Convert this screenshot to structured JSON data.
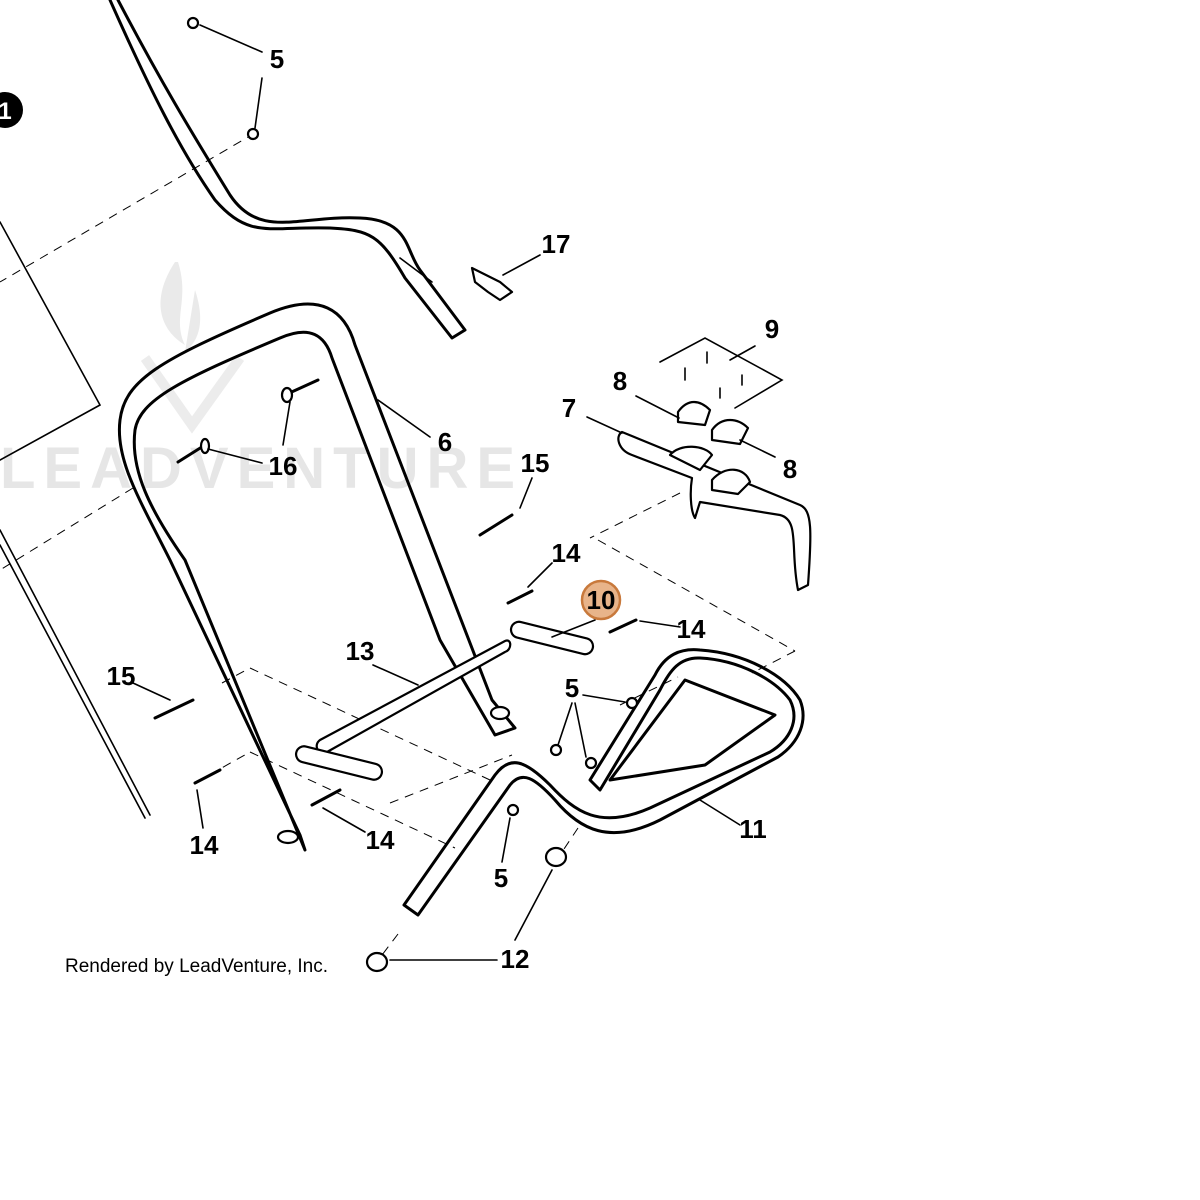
{
  "watermark": "LEADVENTURE",
  "credit": "Rendered by LeadVenture, Inc.",
  "callout_marker": "1",
  "highlighted_part": "10",
  "colors": {
    "highlight_fill": "#e8b48a",
    "highlight_stroke": "#c8793c",
    "line": "#000000",
    "watermark": "#e6e6e6"
  },
  "callouts": [
    "5",
    "17",
    "9",
    "8",
    "7",
    "8",
    "6",
    "16",
    "15",
    "14",
    "10",
    "14",
    "13",
    "15",
    "5",
    "11",
    "14",
    "14",
    "5",
    "12"
  ]
}
